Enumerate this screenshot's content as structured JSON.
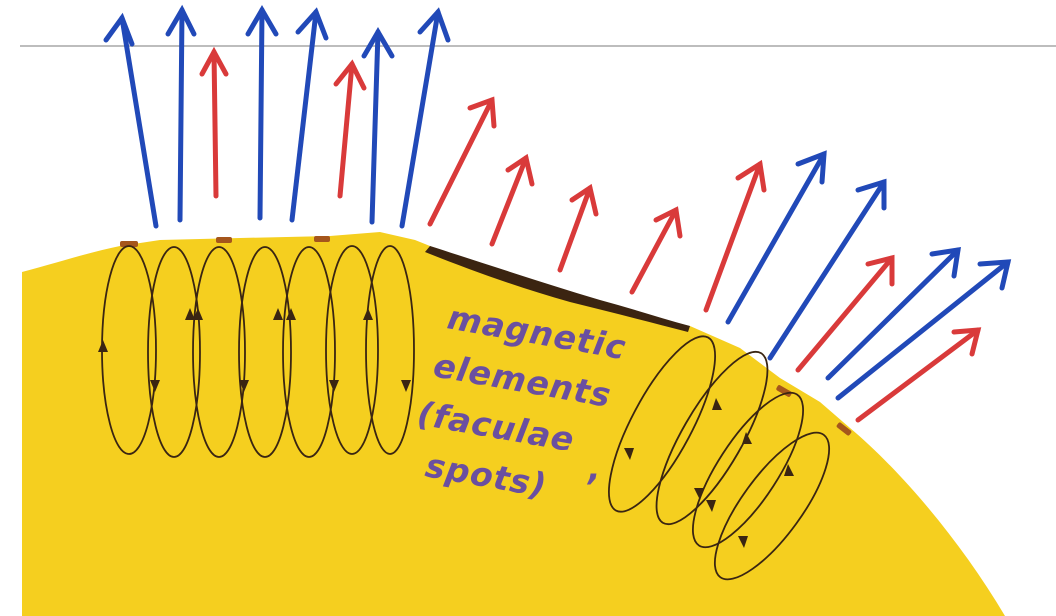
{
  "figure": {
    "colors": {
      "background": "#ffffff",
      "sun": "#f5cf1f",
      "blue_arrow": "#2149b8",
      "red_arrow": "#d93a3a",
      "field_loop": "#3a2512",
      "surface_marker": "#a5561c",
      "dark_region": "#3b2411",
      "label": "#6a4fa0",
      "rule_line": "#bdbdbd"
    },
    "label_lines": [
      "magnetic",
      "elements",
      "(faculae",
      "spots)",
      ","
    ]
  }
}
